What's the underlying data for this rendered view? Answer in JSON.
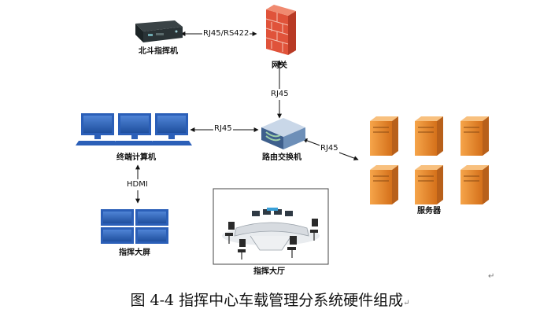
{
  "nodes": {
    "beidou": {
      "label": "北斗指挥机"
    },
    "gateway": {
      "label": "网关"
    },
    "terminal": {
      "label": "终端计算机"
    },
    "router": {
      "label": "路由交换机"
    },
    "servers": {
      "label": "服务器"
    },
    "screen": {
      "label": "指挥大屏"
    },
    "hall": {
      "label": "指挥大厅"
    }
  },
  "links": {
    "beidou_gateway": "RJ45/RS422",
    "gateway_router": "RJ45",
    "terminal_router": "RJ45",
    "router_servers": "RJ45",
    "terminal_screen": "HDMI"
  },
  "caption": "图 4-4  指挥中心车载管理分系统硬件组成",
  "paragraph_mark": "↵",
  "colors": {
    "line": "#111111",
    "monitor_blue": "#2b5fb8",
    "server_orange": "#e8862a",
    "firewall_red": "#e0533a"
  }
}
